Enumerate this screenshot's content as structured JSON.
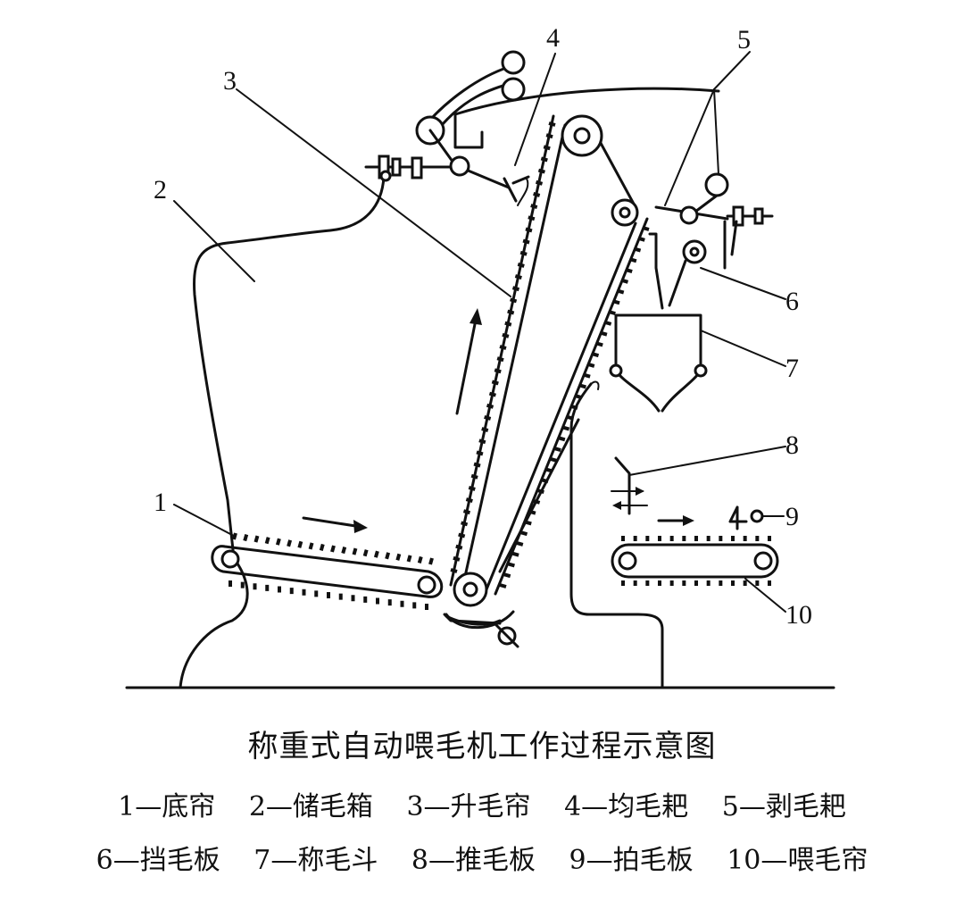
{
  "diagram": {
    "callouts": [
      "1",
      "2",
      "3",
      "4",
      "5",
      "6",
      "7",
      "8",
      "9",
      "10"
    ],
    "caption": "称重式自动喂毛机工作过程示意图",
    "legend_rows": [
      [
        "1—底帘",
        "2—储毛箱",
        "3—升毛帘",
        "4—均毛耙",
        "5—剥毛耙"
      ],
      [
        "6—挡毛板",
        "7—称毛斗",
        "8—推毛板",
        "9—拍毛板",
        "10—喂毛帘"
      ]
    ]
  }
}
